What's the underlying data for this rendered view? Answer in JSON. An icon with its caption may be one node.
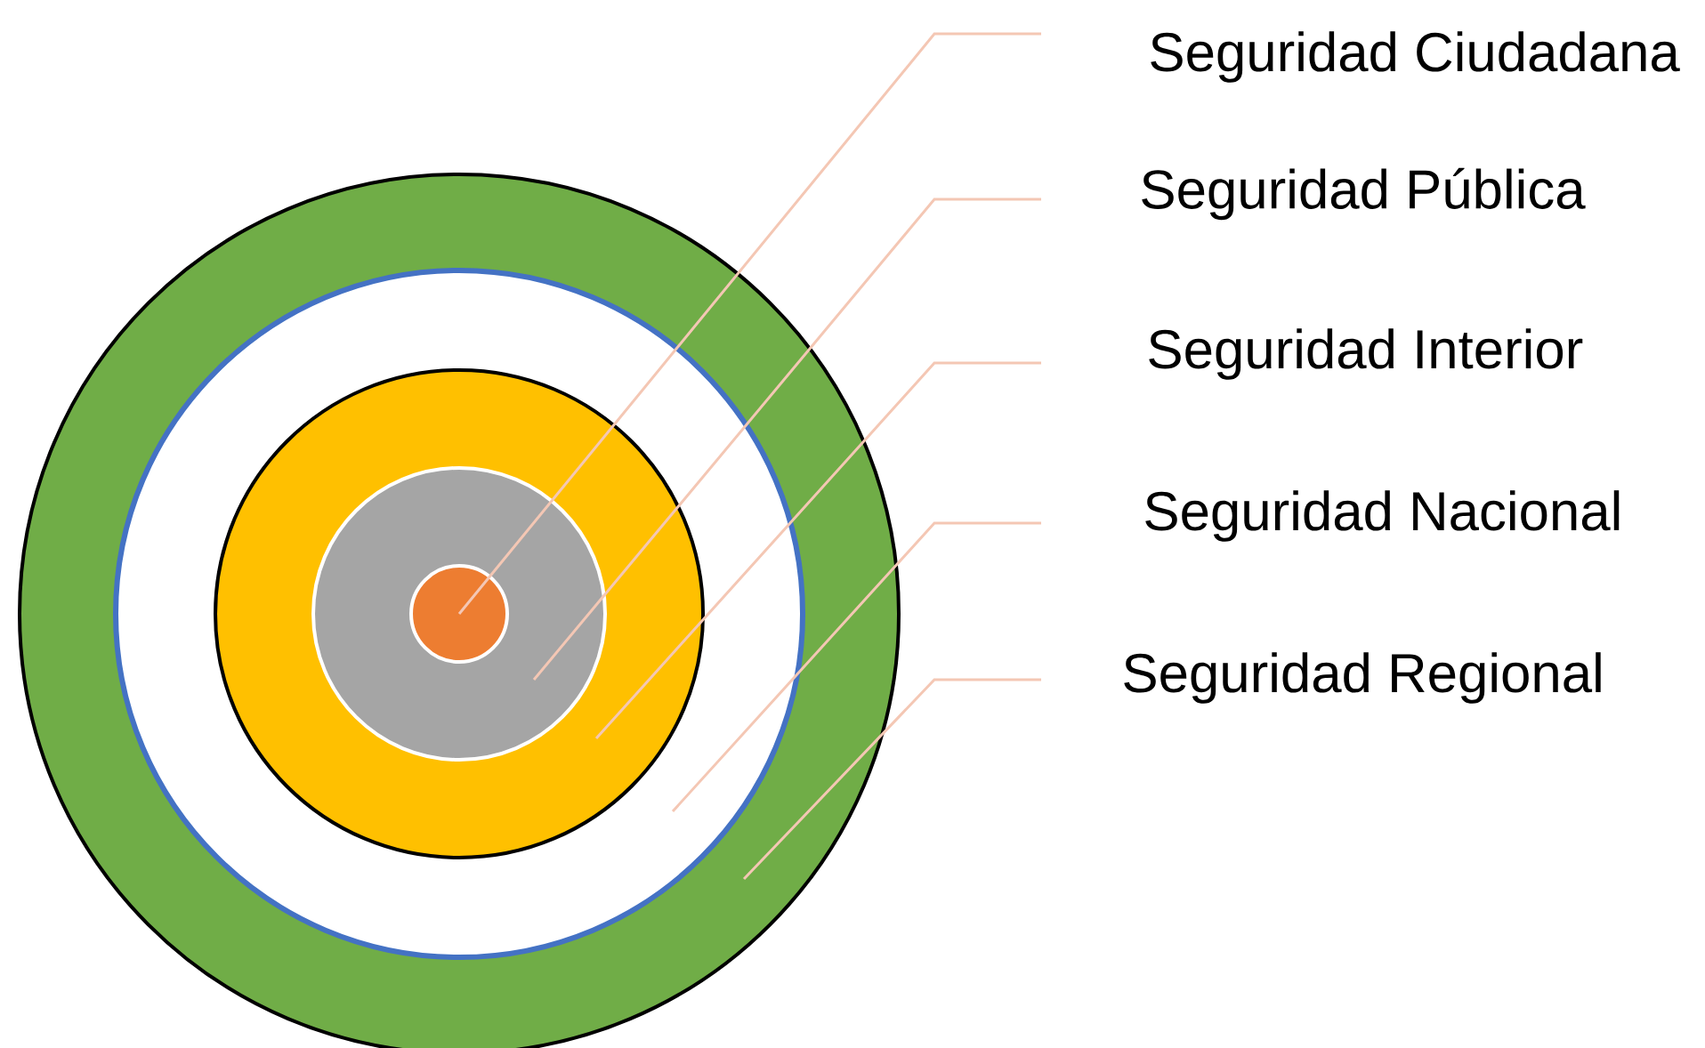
{
  "diagram": {
    "nodes": [
      {
        "text": [],
        "shape": "circle"
      },
      {
        "text": [],
        "shape": "circle",
        "in": 0
      },
      {
        "text": [],
        "shape": "circle",
        "in": 1
      },
      {
        "text": [],
        "shape": "circle",
        "in": 2
      },
      {
        "text": [],
        "shape": "circle",
        "in": 3
      },
      {
        "text": [
          "Seguridad Ciudadana"
        ]
      },
      {
        "text": [
          "Seguridad Pública"
        ]
      },
      {
        "text": [
          "Seguridad Interior"
        ]
      },
      {
        "text": [
          "Seguridad Nacional"
        ]
      },
      {
        "text": [
          "Seguridad Regional"
        ]
      }
    ],
    "edges": [
      {
        "from": 5,
        "to": 4,
        "arrow": "none"
      },
      {
        "from": 6,
        "to": 3,
        "arrow": "none"
      },
      {
        "from": 7,
        "to": 2,
        "arrow": "none"
      },
      {
        "from": 8,
        "to": 1,
        "arrow": "none"
      },
      {
        "from": 9,
        "to": 0,
        "arrow": "none"
      }
    ]
  }
}
